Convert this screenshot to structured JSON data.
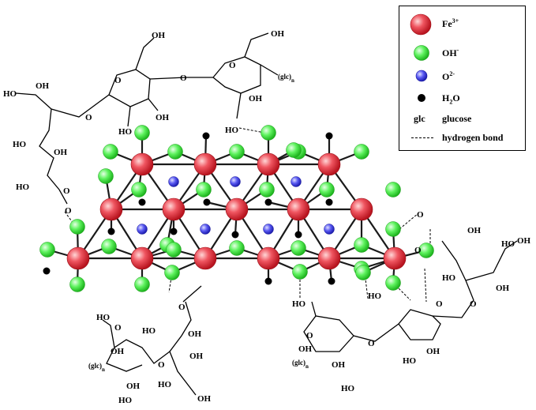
{
  "legend": {
    "fe": {
      "base": "Fe",
      "sup": "3+",
      "color": "#e83a48"
    },
    "oh": {
      "base": "OH",
      "sup": "-",
      "color": "#3fe23f"
    },
    "o2": {
      "base": "O",
      "sup": "2-",
      "color": "#3a3ae0"
    },
    "h2o": {
      "base": "H",
      "sub": "2",
      "rest": "O",
      "color": "#000000"
    },
    "glc": {
      "symbol": "glc",
      "label": "glucose"
    },
    "hbond": {
      "label": "hydrogen bond"
    }
  },
  "labels": {
    "oh": "OH",
    "ho": "HO",
    "o": "O",
    "glcn": "(glc)n"
  }
}
